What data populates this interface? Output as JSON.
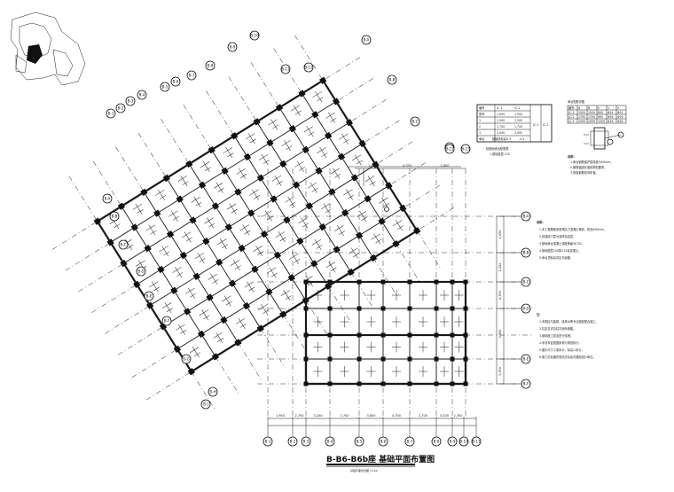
{
  "drawing": {
    "title": "B-B6-B6b座 基础平面布置图",
    "subtitle": "基础平面布置图 1:100"
  },
  "grid_bubbles_rotated": [
    "B-1",
    "B-2",
    "B-3",
    "B-4",
    "B-5",
    "B-6",
    "B-7",
    "B-8",
    "B-9",
    "B-10",
    "B-11",
    "B-12",
    "B-A",
    "B-B",
    "B-C",
    "B-D",
    "B-E",
    "B-F",
    "B-G",
    "B-H",
    "B-J",
    "B-K",
    "B-L"
  ],
  "grid_bubbles_bottom": [
    "B-1",
    "B-2",
    "B-3",
    "B-4",
    "B-5",
    "B-6",
    "B-7",
    "B-8",
    "B-9",
    "B-10",
    "B-11"
  ],
  "grid_bubbles_right": [
    "B-A",
    "B-B",
    "B-C",
    "B-D",
    "B-E",
    "B-F"
  ],
  "dimensions_bottom": [
    "1,950",
    "2,700",
    "3,200",
    "2,700",
    "3,600",
    "4,700",
    "2,700",
    "3,100",
    "2,300"
  ],
  "dimensions_top_right": [
    "1,800",
    "4,350",
    "2,800"
  ],
  "dimensions_right": [
    "4,050",
    "3,200",
    "4,350",
    "3,300",
    "3,050"
  ],
  "schedule_table": {
    "rows": [
      [
        "编号",
        "JC-1",
        "JC-2"
      ],
      [
        "型号",
        "1,500",
        "1,500"
      ],
      [
        "1",
        "1,500",
        "1,500"
      ],
      [
        "2",
        "1,700",
        "1,700"
      ],
      [
        "3",
        "2,000",
        "2,000"
      ],
      [
        "承台",
        "基础底标高",
        "-5.5",
        "-4.5"
      ]
    ],
    "caption": "桩基础承台配筋表",
    "note": "1.基础垫层 C15"
  },
  "small_table": {
    "title": "承台配筋详图",
    "rows": [
      [
        "编号",
        "A",
        "B",
        "h",
        "1",
        "2"
      ],
      [
        "JC-1",
        "1500",
        "1500",
        "800",
        "Φ14",
        "Φ14"
      ],
      [
        "JC-2",
        "1700",
        "1700",
        "900",
        "Φ16",
        "Φ16"
      ],
      [
        "JC-3",
        "2000",
        "2000",
        "1000",
        "Φ18",
        "Φ18"
      ]
    ]
  },
  "notes_1": {
    "heading": "说明：",
    "lines": [
      "1.本工程基础采用预应力混凝土管桩，桩径400mm。",
      "2.桩端持力层为强风化岩层。",
      "3.基础承台混凝土强度等级为C30。",
      "4.基础垫层100厚C15素混凝土。",
      "5.承台顶标高详见平面图。"
    ]
  },
  "notes_2": {
    "heading": "注：",
    "lines": [
      "1.本图应与建筑、给排水等专业图纸配合施工。",
      "2.柱定位详见柱平面布置图。",
      "3.基础施工前应进行验槽。",
      "4.未尽事宜按国家现行规范执行。",
      "5.图中尺寸以毫米计，标高以米计。",
      "6.施工时如遇异常情况请及时通知设计单位。"
    ]
  },
  "notes_3": {
    "heading": "说明：",
    "lines": [
      "1.承台钢筋保护层厚度为50mm。",
      "2.钢筋锚固长度按规范要求。",
      "3.底板钢筋双向布置。"
    ]
  }
}
